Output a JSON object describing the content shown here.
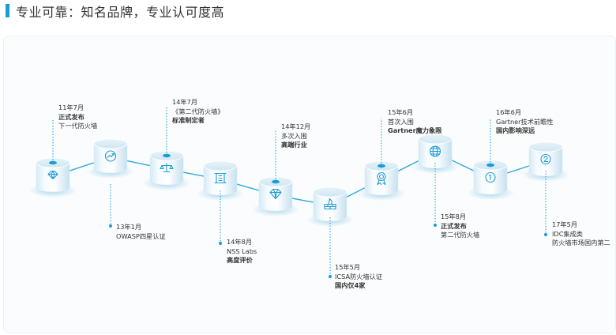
{
  "header": {
    "title": "专业可靠：知名品牌，专业认可度高"
  },
  "colors": {
    "accent": "#1a9bd7",
    "line": "#2fa9df",
    "cyl_light": "#ffffff",
    "cyl_dark": "#c9e3f1"
  },
  "milestones": [
    {
      "icon": "diamond-outline-icon",
      "date": "11年7月",
      "bold": "正式发布",
      "normal": "下一代防火墙"
    },
    {
      "icon": "chart-trend-icon",
      "date": "13年1月",
      "bold": "",
      "normal": "OWASP四星认证"
    },
    {
      "icon": "scales-icon",
      "date": "14年7月",
      "normal": "《第二代防火墙》",
      "bold": "标准制定者"
    },
    {
      "icon": "frame-icon",
      "date": "14年8月",
      "normal": "NSS Labs",
      "bold": "高度评价"
    },
    {
      "icon": "diamond-icon",
      "date": "14年12月",
      "normal": "多次入围",
      "bold": "高端行业"
    },
    {
      "icon": "firewall-icon",
      "date": "15年5月",
      "normal": "ICSA防火墙认证",
      "bold": "国内仅4家"
    },
    {
      "icon": "award-icon",
      "date": "15年6月",
      "normal": "首次入围",
      "bold": "Gartner魔力象限"
    },
    {
      "icon": "globe-icon",
      "date": "15年8月",
      "bold": "正式发布",
      "normal": "第二代防火墙"
    },
    {
      "icon": "medal-1-icon",
      "date": "16年6月",
      "normal": "Gartner技术前瞻性",
      "bold": "国内影响深远"
    },
    {
      "icon": "medal-2-icon",
      "date": "17年5月",
      "normal": "IDC集成类",
      "normal2": "防火墙市场国内第二"
    }
  ]
}
